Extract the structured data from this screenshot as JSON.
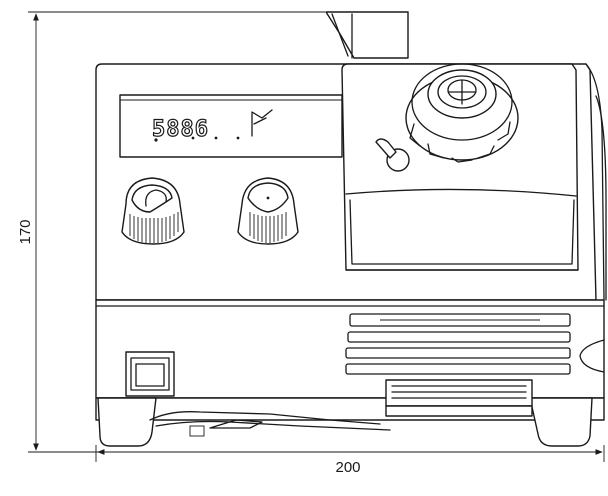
{
  "dimensions": {
    "height_label": "170",
    "width_label": "200"
  },
  "display": {
    "readout": "5886"
  },
  "colors": {
    "line": "#1a1a1a",
    "background": "#ffffff"
  },
  "icons": {
    "knob_left": "temperature-knob-icon",
    "knob_right": "knob-icon",
    "power_switch": "power-switch-icon",
    "iron_holder_ring": "iron-holder-icon"
  }
}
